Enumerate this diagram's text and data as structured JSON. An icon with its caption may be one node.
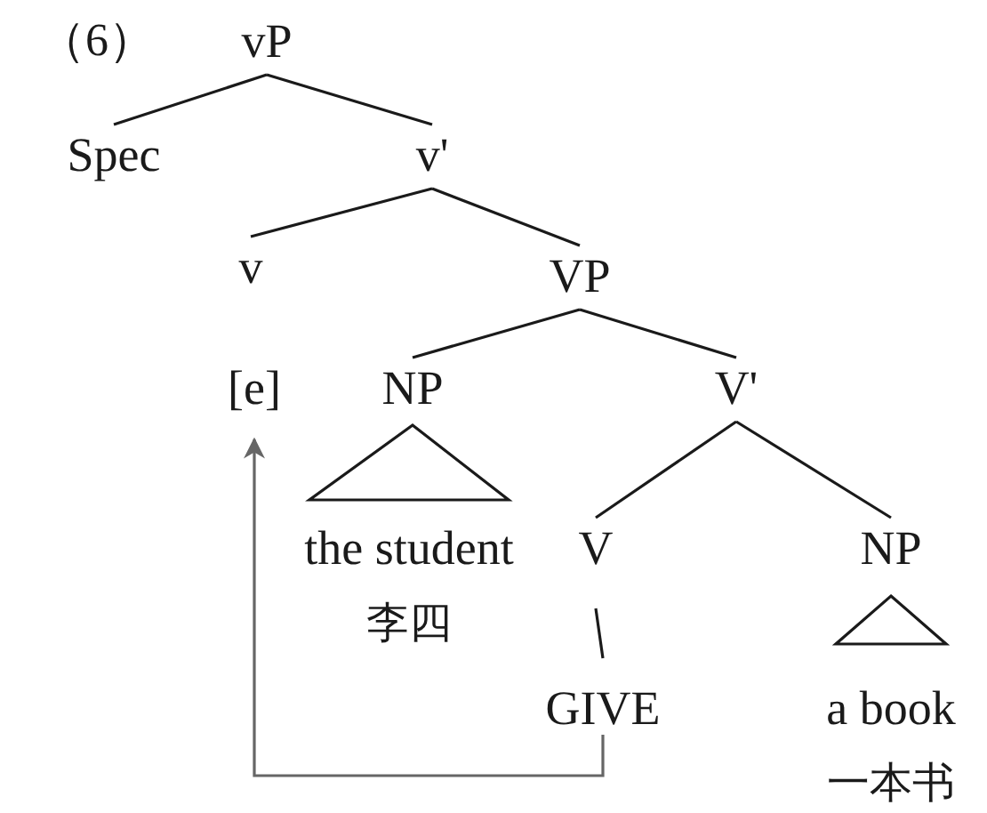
{
  "diagram": {
    "nodes": [
      {
        "text": [
          "vP"
        ]
      },
      {
        "text": [
          "Spec"
        ]
      },
      {
        "text": [
          "v'"
        ]
      },
      {
        "text": [
          "v"
        ]
      },
      {
        "text": [
          "VP"
        ]
      },
      {
        "text": [
          "[e]"
        ]
      },
      {
        "text": [
          "NP"
        ]
      },
      {
        "text": [
          "V'"
        ]
      },
      {
        "text": [
          "the student",
          "李四"
        ]
      },
      {
        "text": [
          "V"
        ]
      },
      {
        "text": [
          "NP"
        ]
      },
      {
        "text": [
          "GIVE"
        ]
      },
      {
        "text": [
          "a book",
          "一本书"
        ]
      }
    ],
    "edges": [
      {
        "from": 0,
        "to": 1,
        "arrow": "none"
      },
      {
        "from": 0,
        "to": 2,
        "arrow": "none"
      },
      {
        "from": 2,
        "to": 3,
        "arrow": "none"
      },
      {
        "from": 2,
        "to": 4,
        "arrow": "none"
      },
      {
        "from": 4,
        "to": 6,
        "arrow": "none"
      },
      {
        "from": 4,
        "to": 7,
        "arrow": "none"
      },
      {
        "from": 6,
        "to": 8,
        "arrow": "none"
      },
      {
        "from": 7,
        "to": 9,
        "arrow": "none"
      },
      {
        "from": 7,
        "to": 10,
        "arrow": "none"
      },
      {
        "from": 9,
        "to": 11,
        "arrow": "none"
      },
      {
        "from": 10,
        "to": 12,
        "arrow": "none"
      },
      {
        "from": 11,
        "to": 5,
        "arrow": "to",
        "color": "#666666"
      }
    ],
    "labels": [
      "（6）"
    ]
  }
}
